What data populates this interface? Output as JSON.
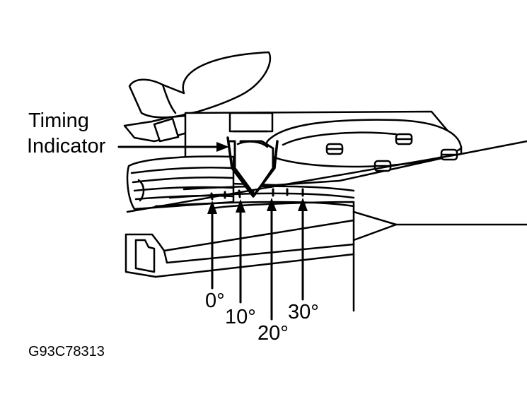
{
  "labels": {
    "timing_line1": "Timing",
    "timing_line2": "Indicator",
    "deg_0": "0°",
    "deg_10": "10°",
    "deg_20": "20°",
    "deg_30": "30°",
    "figure_code": "G93C78313"
  },
  "colors": {
    "ink": "#000000",
    "paper": "#ffffff"
  }
}
